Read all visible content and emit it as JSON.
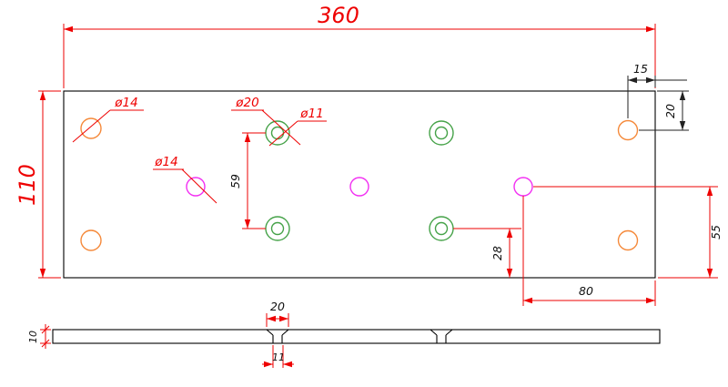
{
  "colors": {
    "dim": "#ee0000",
    "dimdark": "#222222",
    "outline": "#000000",
    "orange": "#f5893a",
    "green": "#45a248",
    "magenta": "#f22ff2",
    "text": "#111111"
  },
  "top_view": {
    "dim_labels": {
      "overall_width": "360",
      "overall_height": "110",
      "hole_to_right_edge": "15",
      "hole_to_top_edge": "20",
      "counterbore_vertical_spacing": "59",
      "counterbore_to_bottom_edge": "28",
      "center_hole_to_bottom_edge": "55",
      "center_hole_to_right_edge": "80"
    },
    "hole_labels": {
      "corner_hole_diameter": "ø14",
      "counterbore_outer_diameter": "ø20",
      "counterbore_inner_diameter": "ø11",
      "center_hole_diameter": "ø14"
    }
  },
  "side_view": {
    "dim_labels": {
      "plate_thickness": "10",
      "countersink_top_width": "20",
      "countersink_bottom_width": "11"
    }
  }
}
